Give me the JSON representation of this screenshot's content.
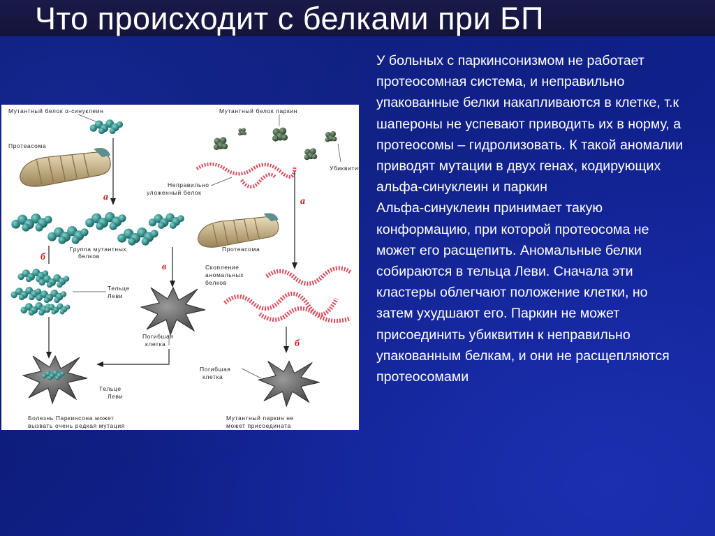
{
  "slide": {
    "title": "Что происходит с белками при БП",
    "paragraphs": [
      "У больных с паркинсонизмом не работает протеосомная система, и неправильно упакованные белки накапливаются в клетке, т.к шапероны не успевают приводить их в норму, а протеосомы – гидролизовать. К такой аномалии приводят мутации в двух генах, кодирующих альфа-синуклеин и паркин",
      "Альфа-синуклеин принимает такую конформацию, при которой протеосома не может его расщепить. Аномальные белки собираются в тельца Леви. Сначала эти кластеры облегчают положение клетки, но затем ухудшают его. Паркин не может присоединить убиквитин к неправильно упакованным белкам, и они не расщепляются протеосомами"
    ]
  },
  "figure": {
    "labels": {
      "mutant_synuclein": "Мутантный белок α-синуклеин",
      "mutant_parkin": "Мутантный белок паркин",
      "proteasome_left": "Протеасома",
      "ubiquitin": "Убиквитин",
      "misfolded_line1": "Неправильно",
      "misfolded_line2": "уложенный белок",
      "group_line1": "Группа мутантных",
      "group_line2": "белков",
      "proteasome_right": "Протеасома",
      "lewy_line1": "Тельце",
      "lewy_line2": "Леви",
      "accum_line1": "Скопление",
      "accum_line2": "аномальных",
      "accum_line3": "белков",
      "dead_cell_line1": "Погибшая",
      "dead_cell_line2": "клетка",
      "dead_cell2_line1": "Погибшая",
      "dead_cell2_line2": "клетка",
      "lewy2_line1": "Тельце",
      "lewy2_line2": "Леви",
      "caption_left_line1": "Болезнь Паркинсона может",
      "caption_left_line2": "вызвать очень редкая мутация",
      "caption_right_line1": "Мутантный паркин не",
      "caption_right_line2": "может присоедината"
    },
    "steps": {
      "a_left": "а",
      "b_left": "б",
      "v_left": "в",
      "a_right": "а",
      "b_right": "б"
    },
    "colors": {
      "synuclein": "#1f8a86",
      "proteasome": "#c9b48c",
      "cell": "#6e6e6e",
      "misfolded": "#d94a5a",
      "ubiquitin": "#3c5a3c",
      "step_letter": "#c81c1c"
    }
  }
}
